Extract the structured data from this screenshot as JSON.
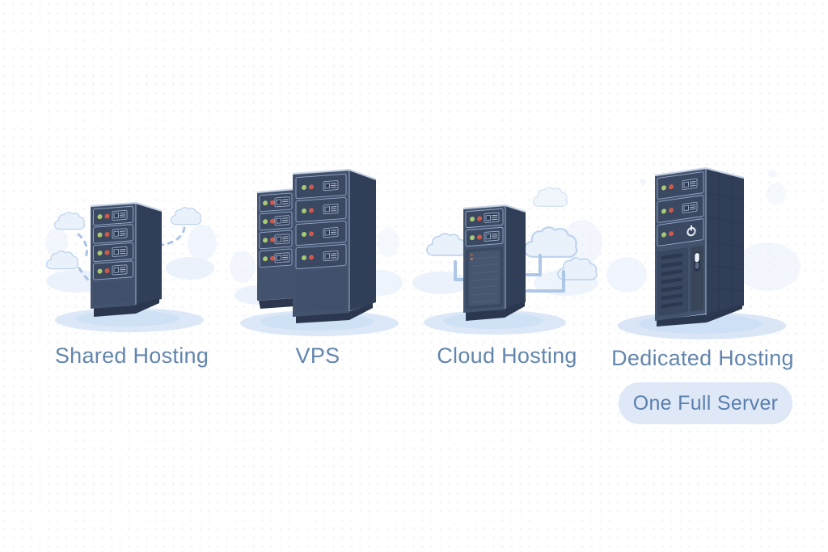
{
  "figure": {
    "type": "hosting-comparison-illustration",
    "items": [
      {
        "id": "shared-hosting",
        "label": "Shared Hosting",
        "icon": "server-rack-with-clouds"
      },
      {
        "id": "vps",
        "label": "VPS",
        "icon": "two-server-racks"
      },
      {
        "id": "cloud-hosting",
        "label": "Cloud Hosting",
        "icon": "server-rack-with-cloud-network"
      },
      {
        "id": "dedicated-hosting",
        "label": "Dedicated Hosting",
        "icon": "full-server-tower",
        "badge": "One Full Server"
      }
    ]
  },
  "colors": {
    "label_text": "#6285ad",
    "badge_bg": "#dfe8f7",
    "badge_text": "#5a7fae",
    "server_front": "#43526d",
    "server_side": "#313e58",
    "unit_panel": "#3a4862",
    "unit_border": "#94a8c6",
    "led_green": "#a8c973",
    "led_red": "#cd5a49",
    "cloud_fill": "#e9f1fb",
    "cloud_stroke": "#bdd3ee",
    "ground_shadow": "#d8e5f6",
    "connector": "#aac4e6",
    "background": "#ffffff",
    "background_dot": "#e9eef7"
  }
}
